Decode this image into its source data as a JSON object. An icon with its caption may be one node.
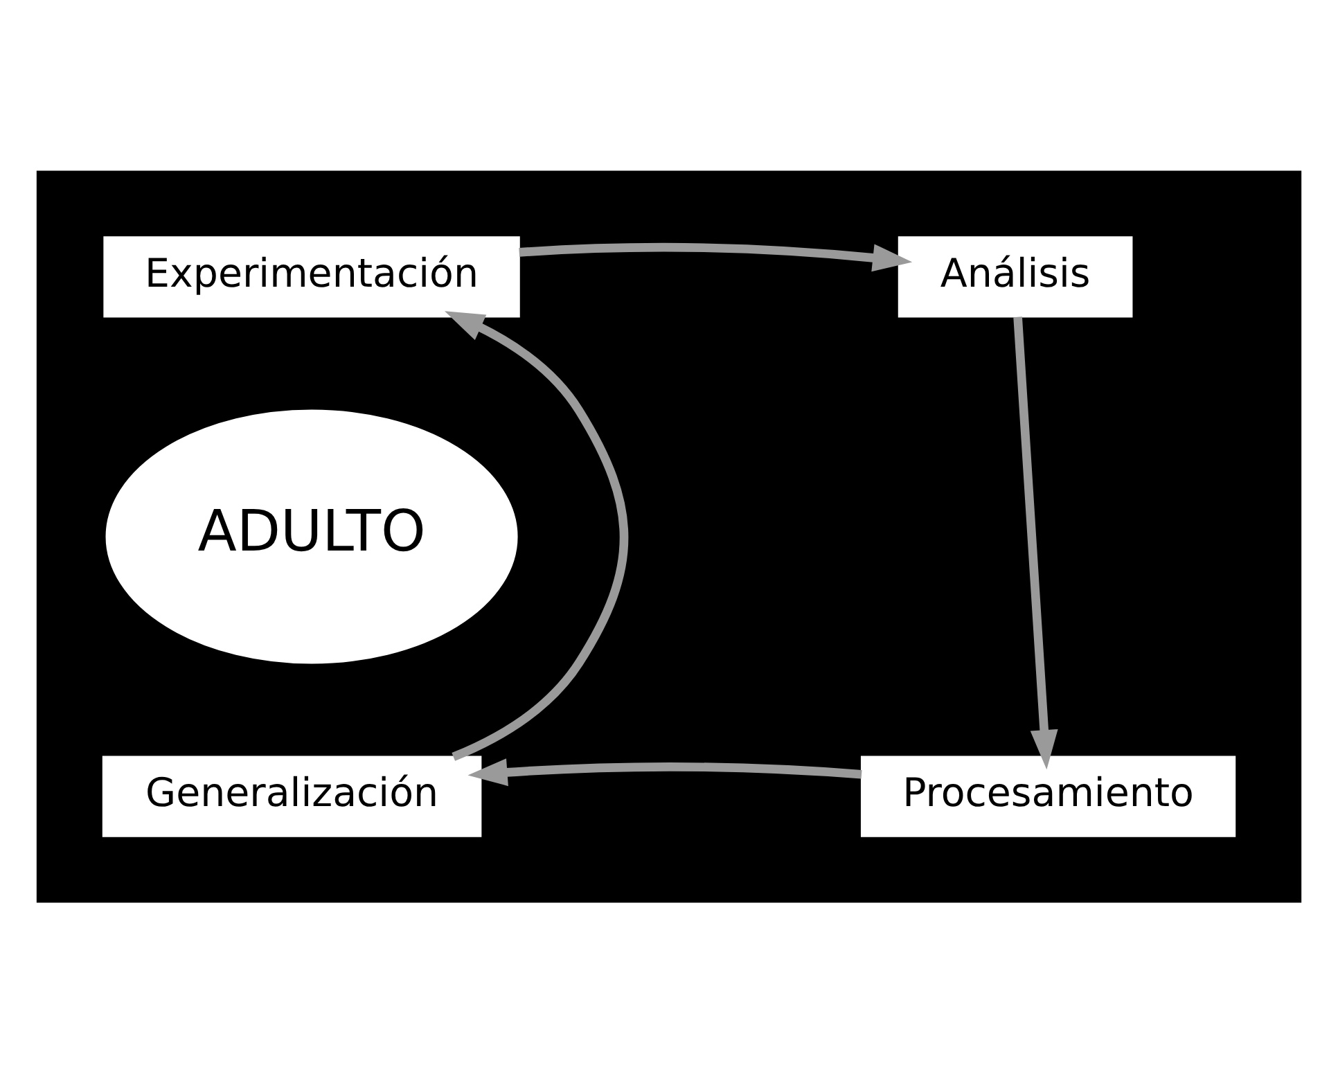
{
  "diagram": {
    "nodes": [
      {
        "text": [],
        "shape": "box"
      },
      {
        "text": [
          "Experimentación"
        ],
        "in": 0
      },
      {
        "text": [
          "Análisis"
        ],
        "in": 0
      },
      {
        "text": [
          "ADULTO"
        ],
        "in": 0
      },
      {
        "text": [
          "Generalización"
        ],
        "in": 0
      },
      {
        "text": [
          "Procesamiento"
        ],
        "in": 0
      }
    ],
    "edges": [
      {
        "from": 1,
        "to": 2,
        "arrow": "to"
      },
      {
        "from": 2,
        "to": 5,
        "arrow": "to"
      },
      {
        "from": 5,
        "to": 4,
        "arrow": "to"
      },
      {
        "from": 4,
        "to": 1,
        "arrow": "to"
      }
    ]
  }
}
